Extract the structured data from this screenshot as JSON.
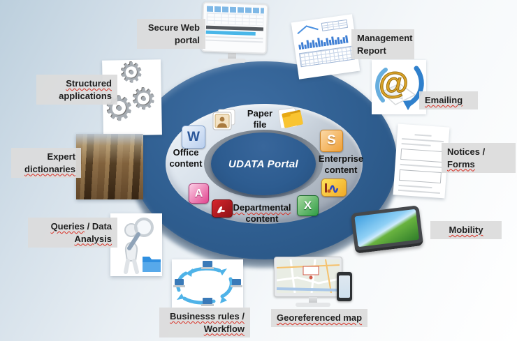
{
  "portal": {
    "center_label": "UDATA Portal",
    "labels": {
      "paper_file": {
        "line1": "Paper",
        "line2": "file"
      },
      "office": {
        "line1": "Office",
        "line2": "content"
      },
      "enterprise": {
        "line1": "Enterprise",
        "line2": "content"
      },
      "departmental": {
        "line1": "Departmental",
        "line2": "content"
      }
    },
    "icon_letters": {
      "word": "W",
      "sharepoint": "S",
      "access": "A",
      "excel": "X"
    },
    "icons": [
      "contact-photos-icon",
      "paper-folder-icon",
      "word-icon",
      "sharepoint-icon",
      "media-chart-icon",
      "access-icon",
      "pdf-icon",
      "excel-icon"
    ]
  },
  "outer": {
    "secure": {
      "line1": "Secure Web",
      "line2": "portal"
    },
    "management": {
      "line1": "Management",
      "line2": "Report"
    },
    "emailing": {
      "label": "Emailing"
    },
    "notices": {
      "line1": "Notices /",
      "line2": "Forms"
    },
    "mobility": {
      "label": "Mobility"
    },
    "geo": {
      "label": "Georeferenced map"
    },
    "business": {
      "line1": "Businesss rules /",
      "line2": "Workflow"
    },
    "queries": {
      "seg1": "Queries",
      "seg2": " / Data",
      "line2": "Analysis"
    },
    "expert": {
      "line1": "Expert",
      "line2": "dictionaries"
    },
    "structured": {
      "line1": "Structured",
      "line2": "applications"
    }
  },
  "colors": {
    "ring_blue": "#2e5c8e",
    "inner_ring_gray": "#c9d3de",
    "label_bg": "#dbdbdb",
    "squiggle_red": "#d93025"
  }
}
